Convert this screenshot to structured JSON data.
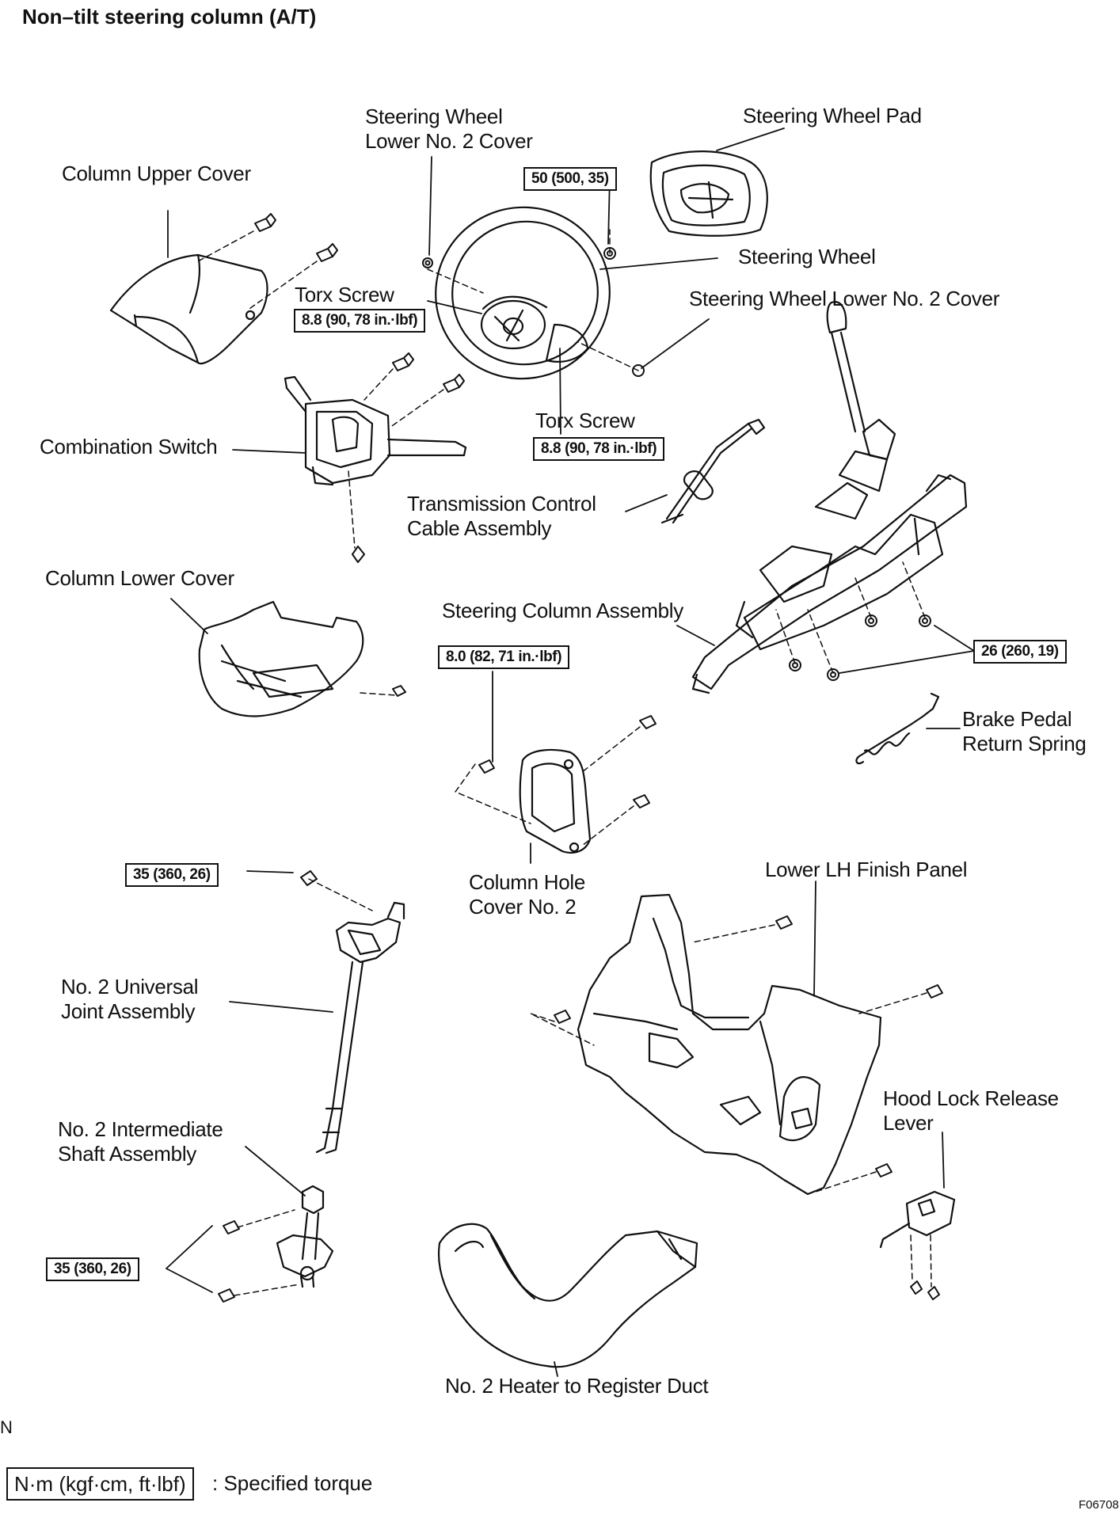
{
  "title": "Non–tilt steering column (A/T)",
  "labels": {
    "steering_wheel_lower_cover_top": [
      "Steering Wheel",
      "Lower No. 2 Cover"
    ],
    "steering_wheel_pad": "Steering Wheel Pad",
    "column_upper_cover": "Column Upper Cover",
    "steering_wheel": "Steering Wheel",
    "torx_screw_upper": "Torx Screw",
    "steering_wheel_lower_cover_right": "Steering Wheel Lower No. 2 Cover",
    "combination_switch": "Combination Switch",
    "torx_screw_lower": "Torx Screw",
    "transmission_control_cable": [
      "Transmission Control",
      "Cable Assembly"
    ],
    "column_lower_cover": "Column Lower Cover",
    "steering_column_assembly": "Steering Column Assembly",
    "brake_pedal_return_spring": [
      "Brake Pedal",
      "Return Spring"
    ],
    "column_hole_cover": [
      "Column Hole",
      "Cover No. 2"
    ],
    "lower_lh_finish_panel": "Lower LH Finish Panel",
    "universal_joint": [
      "No. 2 Universal",
      "Joint Assembly"
    ],
    "intermediate_shaft": [
      "No. 2 Intermediate",
      "Shaft Assembly"
    ],
    "hood_lock_release_lever": [
      "Hood Lock Release",
      "Lever"
    ],
    "heater_duct": "No. 2 Heater to Register Duct"
  },
  "torques": {
    "wheel_nut": "50 (500, 35)",
    "torx_upper": "8.8 (90, 78 in.·lbf)",
    "torx_lower": "8.8 (90, 78 in.·lbf)",
    "hole_cover": "8.0 (82, 71 in.·lbf)",
    "column_nuts": "26 (260, 19)",
    "universal_joint_bolt": "35 (360, 26)",
    "intermediate_bolts": "35 (360, 26)"
  },
  "legend": {
    "box": "N·m (kgf·cm, ft·lbf)",
    "text": ": Specified torque"
  },
  "side_mark": "N",
  "figure_code": "F06708"
}
